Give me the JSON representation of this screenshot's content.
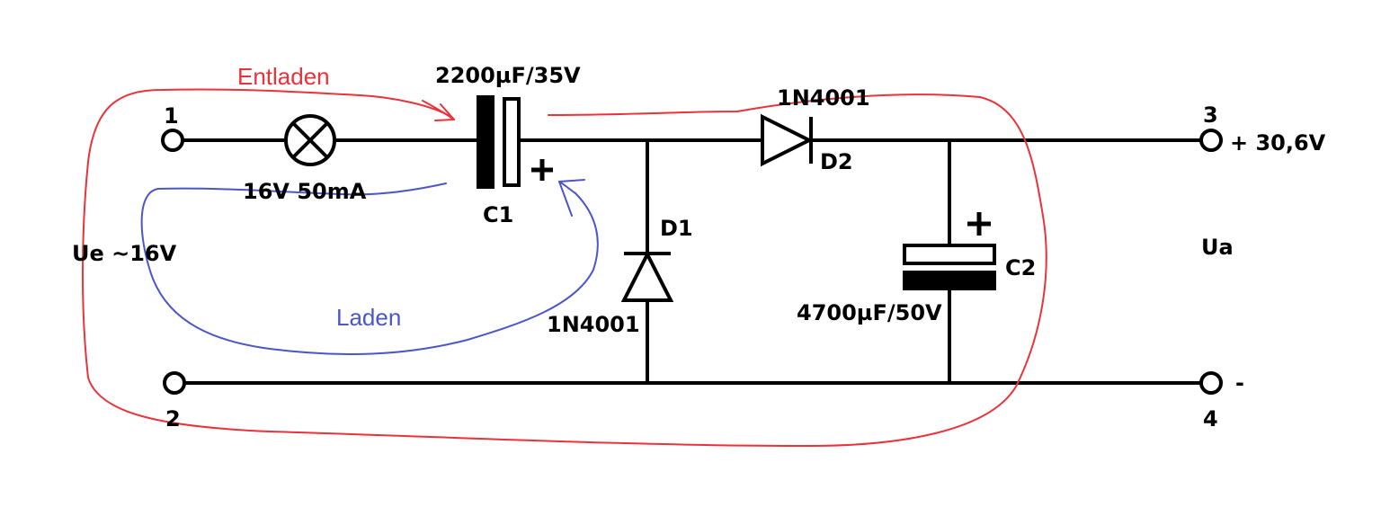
{
  "terminals": {
    "t1": "1",
    "t2": "2",
    "t3": "3",
    "t4": "4"
  },
  "input": {
    "voltage_label": "Ue ~16V",
    "lamp_rating": "16V 50mA"
  },
  "c1": {
    "name": "C1",
    "value": "2200µF/35V",
    "polarity": "+"
  },
  "d1": {
    "name": "D1",
    "part": "1N4001"
  },
  "d2": {
    "name": "D2",
    "part": "1N4001"
  },
  "c2": {
    "name": "C2",
    "value": "4700µF/50V",
    "polarity": "+"
  },
  "output": {
    "label": "Ua",
    "positive": "+ 30,6V",
    "negative": "-"
  },
  "annotations": {
    "discharge": "Entladen",
    "charge": "Laden",
    "discharge_color": "#e8333a",
    "charge_color": "#4b57c8"
  }
}
